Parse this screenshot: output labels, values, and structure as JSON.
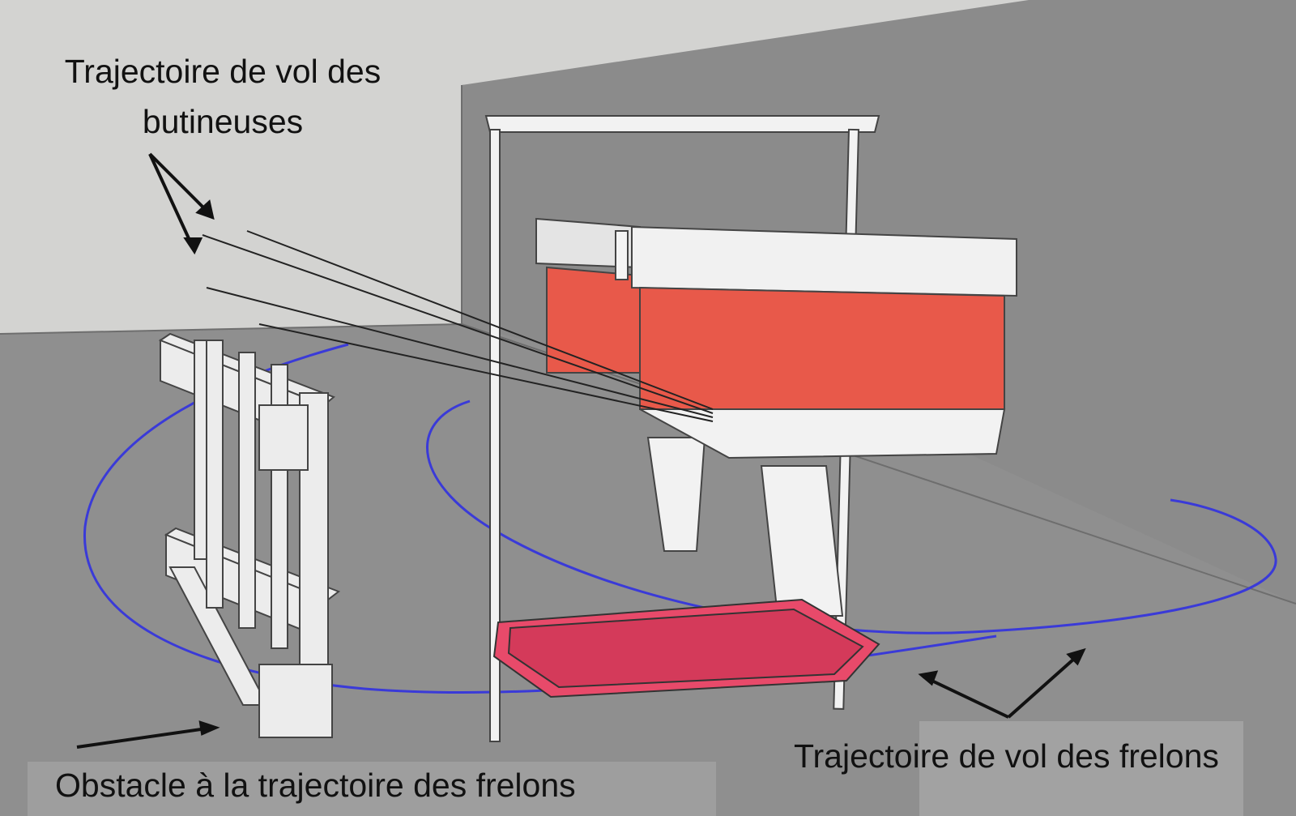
{
  "labels": {
    "butineuses_line1": "Trajectoire de vol des",
    "butineuses_line2": "butineuses",
    "obstacle": "Obstacle à la trajectoire des frelons",
    "frelons": "Trajectoire de vol des frelons"
  },
  "colors": {
    "hive_red": "#e8594a",
    "tray_pink": "#e84a6a",
    "hornet_path": "#3a3ad8",
    "floor": "#8c8c8c",
    "wall_left": "#d2d2d2",
    "wall_right": "#8a8a8a"
  }
}
